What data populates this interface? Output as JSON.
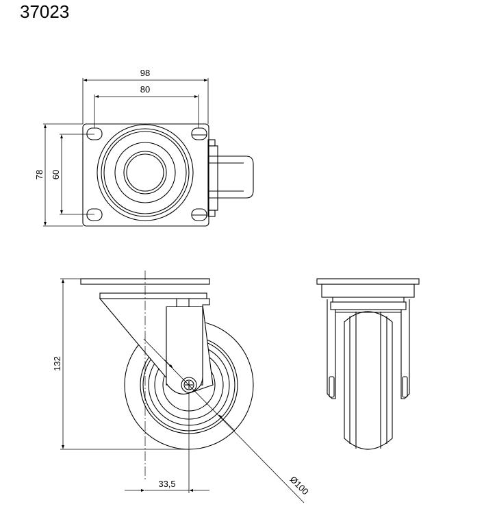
{
  "title": "37023",
  "dimensions": {
    "plate_width": "98",
    "hole_spacing_width": "80",
    "plate_length": "78",
    "hole_spacing_length": "60",
    "overall_height": "132",
    "offset": "33,5",
    "wheel_diameter": "Ø100"
  },
  "colors": {
    "line": "#000000",
    "background": "#ffffff"
  }
}
